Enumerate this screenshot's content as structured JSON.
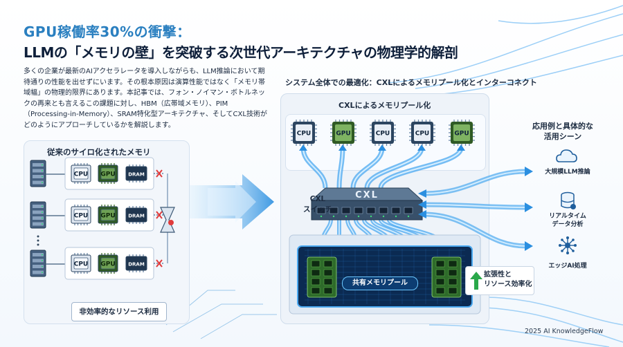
{
  "title": {
    "line1": "GPU稼働率30%の衝撃：",
    "line2": "LLMの「メモリの壁」を突破する次世代アーキテクチャの物理学的解剖"
  },
  "intro": "多くの企業が最新のAIアクセラレータを導入しながらも、LLM推論において期待通りの性能を出せずにいます。その根本原因は演算性能ではなく「メモリ帯域幅」の物理的限界にあります。本記事では、フォン・ノイマン・ボトルネックの再来とも言えるこの課題に対し、HBM（広帯域メモリ）、PIM（Processing-in-Memory）、SRAM特化型アーキテクチャ、そしてCXL技術がどのようにアプローチしているかを解説します。",
  "legacy": {
    "title": "従来のサイロ化されたメモリ",
    "footer": "非効率的なリソース利用",
    "chips": {
      "cpu": "CPU",
      "gpu": "GPU",
      "dram": "DRAM"
    }
  },
  "system": {
    "title": "システム全体での最適化：CXLによるメモリプール化とインターコネクト",
    "pool_title": "CXLによるメモリプール化",
    "compute_chips": [
      "CPU",
      "GPU",
      "CPU",
      "CPU",
      "GPU"
    ],
    "switch_chip": "CXL",
    "switch_label": [
      "CXL",
      "スイッチ"
    ],
    "shared_pool": "共有メモリプール",
    "benefit": [
      "拡張性と",
      "リソース効率化"
    ]
  },
  "applications": {
    "title": [
      "応用例と具体的な",
      "活用シーン"
    ],
    "items": [
      {
        "icon": "cloud-icon",
        "label": [
          "大規模LLM推論"
        ]
      },
      {
        "icon": "database-icon",
        "label": [
          "リアルタイム",
          "データ分析"
        ]
      },
      {
        "icon": "edge-network-icon",
        "label": [
          "エッジAI処理"
        ]
      }
    ]
  },
  "footer": "2025 AI KnowledgeFlow",
  "colors": {
    "accent": "#2a7fc0",
    "dark": "#0e1f3a",
    "flow": "#4aa8f0",
    "blocked": "#e03b3b",
    "benefit": "#2aa84a"
  }
}
